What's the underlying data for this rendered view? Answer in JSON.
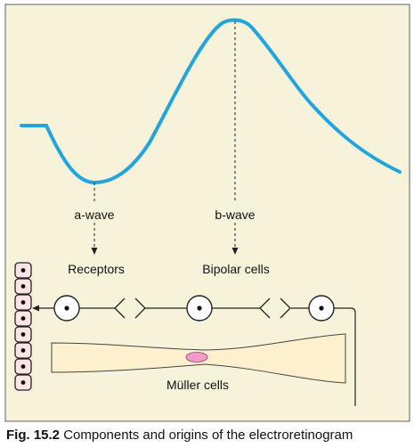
{
  "labels": {
    "a_wave": "a-wave",
    "b_wave": "b-wave",
    "receptors": "Receptors",
    "bipolar_cells": "Bipolar cells",
    "muller_cells": "Müller cells"
  },
  "caption": {
    "number": "Fig. 15.2",
    "text": "Components and origins of the electroretinogram"
  },
  "colors": {
    "panel_bg": "#f7f3da",
    "panel_border": "#5f5f5f",
    "wave": "#22a5de",
    "muller_fill": "#fdf0cf",
    "muller_nucleus": "#ef9dc6",
    "epithelium_fill": "#fbe3e6"
  }
}
